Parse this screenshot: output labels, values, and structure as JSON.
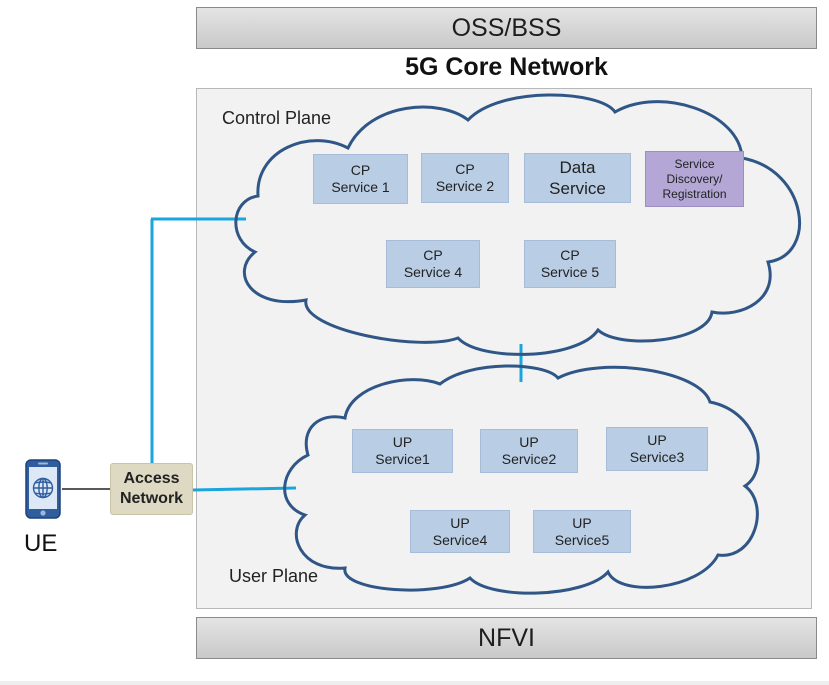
{
  "top_bar": {
    "label": "OSS/BSS"
  },
  "bottom_bar": {
    "label": "NFVI"
  },
  "core": {
    "title": "5G Core Network"
  },
  "control_plane": {
    "label": "Control Plane",
    "services": [
      {
        "label": "CP\nService 1"
      },
      {
        "label": "CP\nService 2"
      },
      {
        "label": "Data\nService"
      },
      {
        "label": "Service\nDiscovery/\nRegistration"
      },
      {
        "label": "CP\nService 4"
      },
      {
        "label": "CP\nService 5"
      }
    ]
  },
  "user_plane": {
    "label": "User Plane",
    "services": [
      {
        "label": "UP\nService1"
      },
      {
        "label": "UP\nService2"
      },
      {
        "label": "UP\nService3"
      },
      {
        "label": "UP\nService4"
      },
      {
        "label": "UP\nService5"
      }
    ]
  },
  "access_network": {
    "label": "Access\nNetwork"
  },
  "ue": {
    "label": "UE"
  },
  "colors": {
    "cloud_stroke": "#2f5686",
    "link": "#1aa6dc",
    "cp_service": "#b9cde5",
    "discovery_service": "#b4a7d6",
    "access_network": "#ddd9c3"
  }
}
